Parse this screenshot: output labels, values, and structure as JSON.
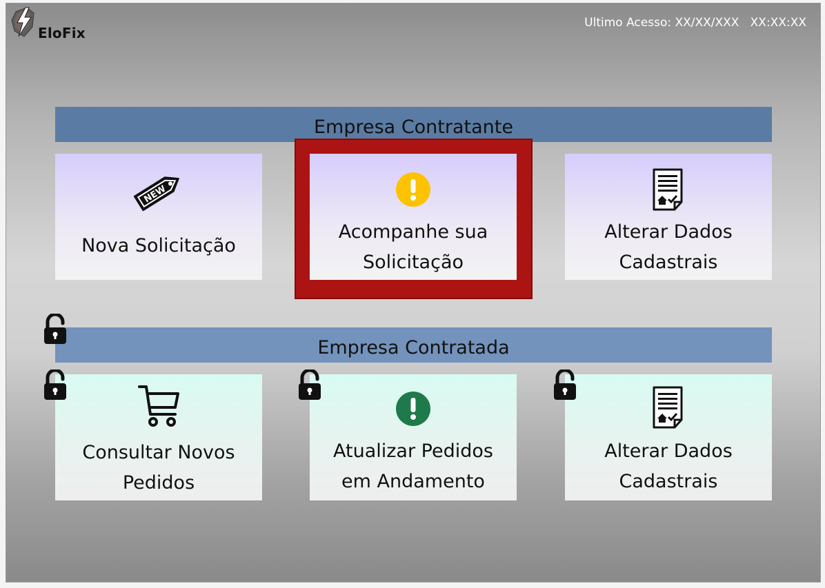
{
  "header": {
    "logo_text": "EloFix",
    "last_access": "Ultimo Acesso: XX/XX/XXX   XX:XX:XX"
  },
  "sections": {
    "contratante": {
      "title": "Empresa Contratante",
      "cards": [
        {
          "label_line1": "Nova Solicitação",
          "label_line2": "",
          "icon": "new-tag-icon"
        },
        {
          "label_line1": "Acompanhe sua",
          "label_line2": "Solicitação",
          "icon": "warning-icon"
        },
        {
          "label_line1": "Alterar Dados",
          "label_line2": "Cadastrais",
          "icon": "document-icon"
        }
      ]
    },
    "contratada": {
      "title": "Empresa Contratada",
      "cards": [
        {
          "label_line1": "Consultar Novos",
          "label_line2": "Pedidos",
          "icon": "cart-icon"
        },
        {
          "label_line1": "Atualizar Pedidos",
          "label_line2": "em Andamento",
          "icon": "alert-green-icon"
        },
        {
          "label_line1": "Alterar Dados",
          "label_line2": "Cadastrais",
          "icon": "document-icon"
        }
      ]
    }
  },
  "colors": {
    "bar_contratante": "#5a7ca4",
    "bar_contratada": "#7393bc",
    "highlight": "#ac1414",
    "warning_yellow": "#fdc301",
    "alert_green": "#1e7a4a"
  },
  "badge": {
    "new_text": "NEW"
  }
}
